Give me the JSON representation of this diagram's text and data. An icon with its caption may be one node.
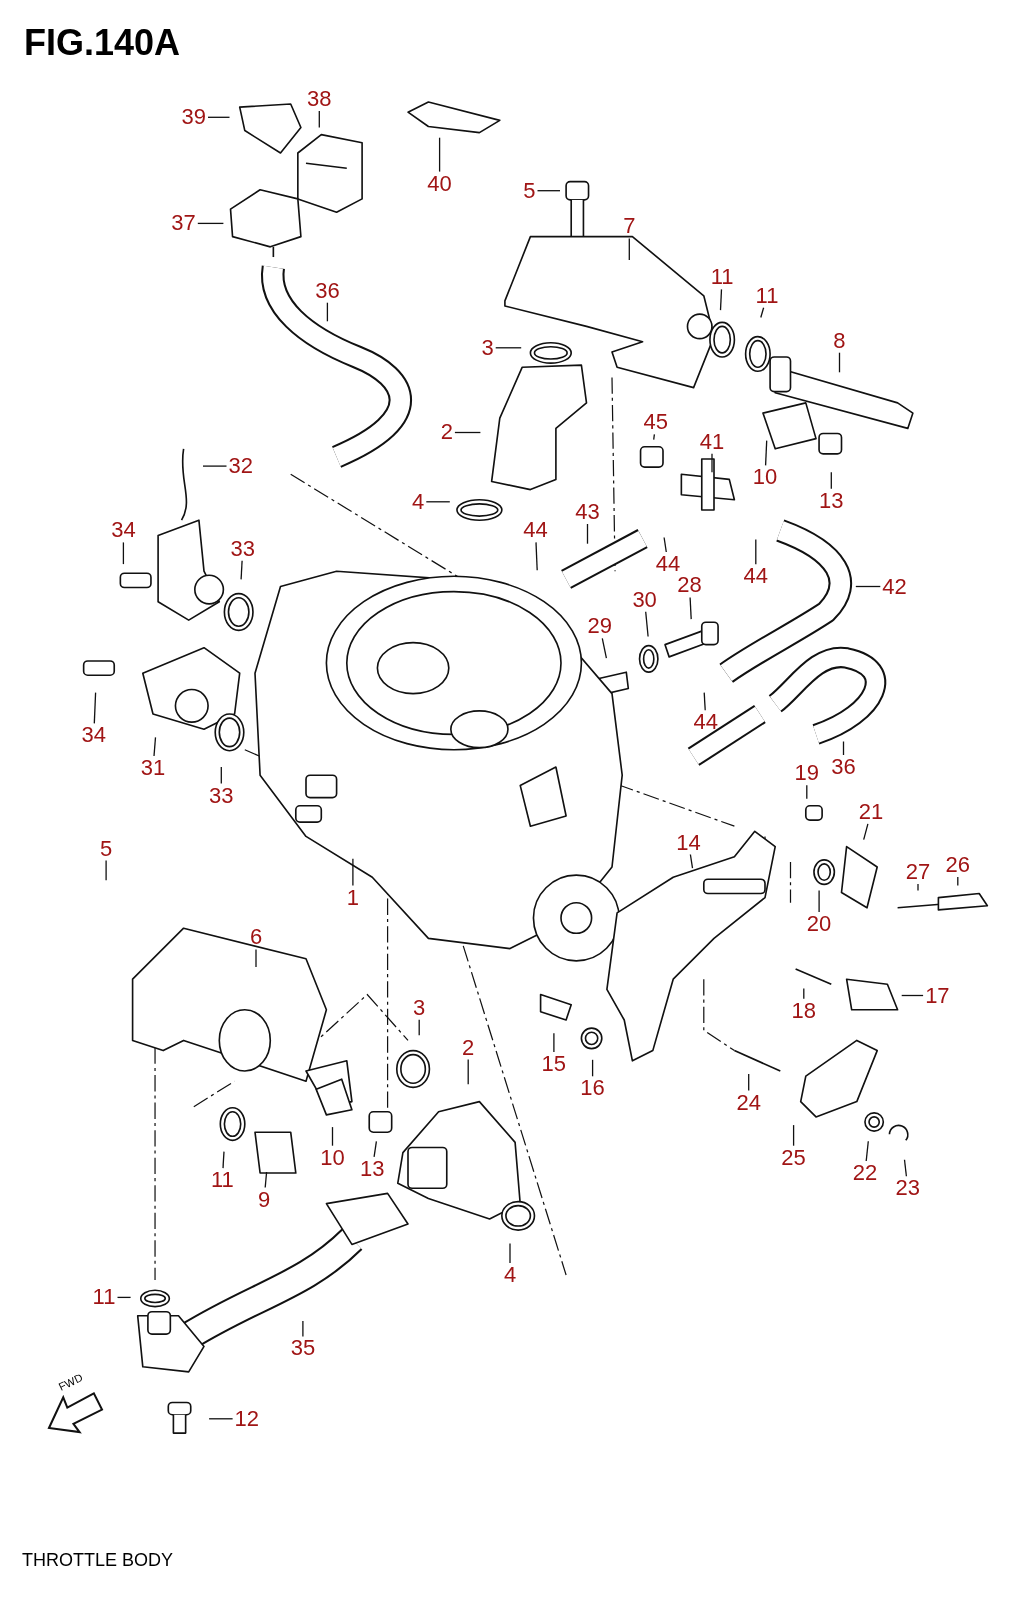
{
  "diagram": {
    "title": "FIG.140A",
    "caption": "THROTTLE BODY",
    "nodes": [
      {
        "text": [
          "39"
        ]
      },
      {
        "text": [
          "38"
        ]
      },
      {
        "text": [
          "40"
        ]
      },
      {
        "text": [
          "37"
        ]
      },
      {
        "text": [
          "5"
        ]
      },
      {
        "text": [
          "7"
        ]
      },
      {
        "text": [
          "11"
        ]
      },
      {
        "text": [
          "11"
        ]
      },
      {
        "text": [
          "3"
        ]
      },
      {
        "text": [
          "8"
        ]
      },
      {
        "text": [
          "36"
        ]
      },
      {
        "text": [
          "2"
        ]
      },
      {
        "text": [
          "45"
        ]
      },
      {
        "text": [
          "41"
        ]
      },
      {
        "text": [
          "10"
        ]
      },
      {
        "text": [
          "13"
        ]
      },
      {
        "text": [
          "32"
        ]
      },
      {
        "text": [
          "4"
        ]
      },
      {
        "text": [
          "43"
        ]
      },
      {
        "text": [
          "44"
        ]
      },
      {
        "text": [
          "44"
        ]
      },
      {
        "text": [
          "44"
        ]
      },
      {
        "text": [
          "42"
        ]
      },
      {
        "text": [
          "34"
        ]
      },
      {
        "text": [
          "33"
        ]
      },
      {
        "text": [
          "29"
        ]
      },
      {
        "text": [
          "30"
        ]
      },
      {
        "text": [
          "28"
        ]
      },
      {
        "text": [
          "34"
        ]
      },
      {
        "text": [
          "31"
        ]
      },
      {
        "text": [
          "33"
        ]
      },
      {
        "text": [
          "44"
        ]
      },
      {
        "text": [
          "36"
        ]
      },
      {
        "text": [
          "19"
        ]
      },
      {
        "text": [
          "21"
        ]
      },
      {
        "text": [
          "1"
        ]
      },
      {
        "text": [
          "14"
        ]
      },
      {
        "text": [
          "27"
        ]
      },
      {
        "text": [
          "26"
        ]
      },
      {
        "text": [
          "5"
        ]
      },
      {
        "text": [
          "20"
        ]
      },
      {
        "text": [
          "6"
        ]
      },
      {
        "text": [
          "17"
        ]
      },
      {
        "text": [
          "18"
        ]
      },
      {
        "text": [
          "3"
        ]
      },
      {
        "text": [
          "15"
        ]
      },
      {
        "text": [
          "16"
        ]
      },
      {
        "text": [
          "2"
        ]
      },
      {
        "text": [
          "24"
        ]
      },
      {
        "text": [
          "25"
        ]
      },
      {
        "text": [
          "22"
        ]
      },
      {
        "text": [
          "23"
        ]
      },
      {
        "text": [
          "11"
        ]
      },
      {
        "text": [
          "13"
        ]
      },
      {
        "text": [
          "10"
        ]
      },
      {
        "text": [
          "9"
        ]
      },
      {
        "text": [
          "4"
        ]
      },
      {
        "text": [
          "11"
        ]
      },
      {
        "text": [
          "35"
        ]
      },
      {
        "text": [
          "12"
        ]
      }
    ],
    "edges": [
      {
        "from": 0,
        "to": null,
        "arrow": "none"
      },
      {
        "from": 1,
        "to": null,
        "arrow": "none"
      },
      {
        "from": 2,
        "to": null,
        "arrow": "none"
      },
      {
        "from": 3,
        "to": null,
        "arrow": "none"
      },
      {
        "from": 4,
        "to": null,
        "arrow": "none"
      },
      {
        "from": 5,
        "to": null,
        "arrow": "none"
      },
      {
        "from": 6,
        "to": null,
        "arrow": "none"
      },
      {
        "from": 7,
        "to": null,
        "arrow": "none"
      },
      {
        "from": 8,
        "to": null,
        "arrow": "none"
      },
      {
        "from": 9,
        "to": null,
        "arrow": "none"
      },
      {
        "from": 10,
        "to": null,
        "arrow": "none"
      },
      {
        "from": 11,
        "to": null,
        "arrow": "none"
      },
      {
        "from": 12,
        "to": null,
        "arrow": "none"
      },
      {
        "from": 13,
        "to": null,
        "arrow": "none"
      },
      {
        "from": 14,
        "to": null,
        "arrow": "none"
      },
      {
        "from": 15,
        "to": null,
        "arrow": "none"
      },
      {
        "from": 16,
        "to": null,
        "arrow": "none"
      },
      {
        "from": 17,
        "to": null,
        "arrow": "none"
      },
      {
        "from": 18,
        "to": null,
        "arrow": "none"
      },
      {
        "from": 19,
        "to": null,
        "arrow": "none"
      },
      {
        "from": 20,
        "to": null,
        "arrow": "none"
      },
      {
        "from": 21,
        "to": null,
        "arrow": "none"
      },
      {
        "from": 22,
        "to": null,
        "arrow": "none"
      },
      {
        "from": 23,
        "to": null,
        "arrow": "none"
      },
      {
        "from": 24,
        "to": null,
        "arrow": "none"
      },
      {
        "from": 25,
        "to": null,
        "arrow": "none"
      },
      {
        "from": 26,
        "to": null,
        "arrow": "none"
      },
      {
        "from": 27,
        "to": null,
        "arrow": "none"
      },
      {
        "from": 28,
        "to": null,
        "arrow": "none"
      },
      {
        "from": 29,
        "to": null,
        "arrow": "none"
      },
      {
        "from": 30,
        "to": null,
        "arrow": "none"
      },
      {
        "from": 31,
        "to": null,
        "arrow": "none"
      },
      {
        "from": 32,
        "to": null,
        "arrow": "none"
      },
      {
        "from": 33,
        "to": null,
        "arrow": "none"
      },
      {
        "from": 34,
        "to": null,
        "arrow": "none"
      },
      {
        "from": 35,
        "to": null,
        "arrow": "none"
      },
      {
        "from": 36,
        "to": null,
        "arrow": "none"
      },
      {
        "from": 37,
        "to": null,
        "arrow": "none"
      },
      {
        "from": 38,
        "to": null,
        "arrow": "none"
      },
      {
        "from": 39,
        "to": null,
        "arrow": "none"
      },
      {
        "from": 40,
        "to": null,
        "arrow": "none"
      },
      {
        "from": 41,
        "to": null,
        "arrow": "none"
      },
      {
        "from": 42,
        "to": null,
        "arrow": "none"
      },
      {
        "from": 43,
        "to": null,
        "arrow": "none"
      },
      {
        "from": 44,
        "to": null,
        "arrow": "none"
      },
      {
        "from": 45,
        "to": null,
        "arrow": "none"
      },
      {
        "from": 46,
        "to": null,
        "arrow": "none"
      },
      {
        "from": 47,
        "to": null,
        "arrow": "none"
      },
      {
        "from": 48,
        "to": null,
        "arrow": "none"
      },
      {
        "from": 49,
        "to": null,
        "arrow": "none"
      },
      {
        "from": 50,
        "to": null,
        "arrow": "none"
      },
      {
        "from": 51,
        "to": null,
        "arrow": "none"
      },
      {
        "from": 52,
        "to": null,
        "arrow": "none"
      },
      {
        "from": 53,
        "to": null,
        "arrow": "none"
      },
      {
        "from": 54,
        "to": null,
        "arrow": "none"
      },
      {
        "from": 55,
        "to": null,
        "arrow": "none"
      },
      {
        "from": 56,
        "to": null,
        "arrow": "none"
      },
      {
        "from": 57,
        "to": null,
        "arrow": "none"
      },
      {
        "from": 58,
        "to": null,
        "arrow": "none"
      },
      {
        "from": 59,
        "to": null,
        "arrow": "none"
      }
    ],
    "labels": [
      "FWD"
    ]
  }
}
